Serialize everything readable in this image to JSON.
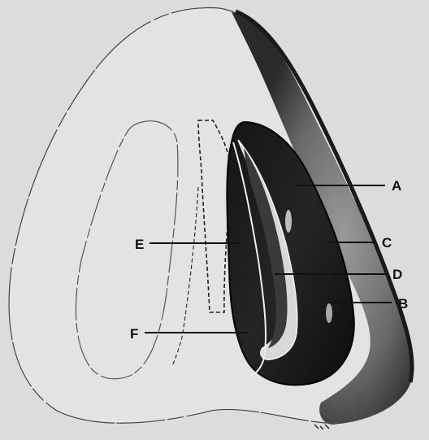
{
  "labels": {
    "a": "A",
    "b": "B",
    "c": "C",
    "d": "D",
    "e": "E",
    "f": "F"
  },
  "colors": {
    "background": "#dcdcdc",
    "outline": "#3a3a3a",
    "shadow": "#1a1a1a",
    "cavity": "#111111",
    "highlight": "#f2f2f2"
  }
}
